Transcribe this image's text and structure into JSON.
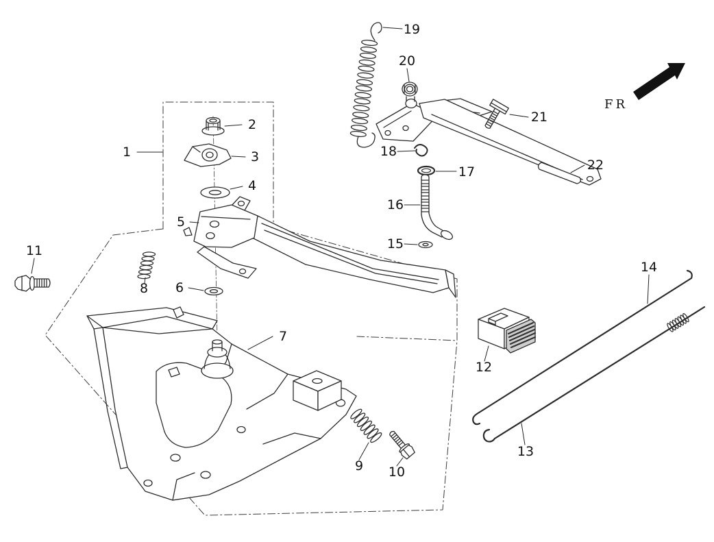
{
  "diagram": {
    "type": "exploded-parts-diagram",
    "direction_indicator": {
      "label": "FR",
      "arrow": "northeast-arrow"
    },
    "colors": {
      "line": "#2b2b2b",
      "background": "#ffffff"
    },
    "parts": {
      "p1": "1",
      "p2": "2",
      "p3": "3",
      "p4": "4",
      "p5": "5",
      "p6": "6",
      "p7": "7",
      "p8": "8",
      "p9": "9",
      "p10": "10",
      "p11": "11",
      "p12": "12",
      "p13": "13",
      "p14": "14",
      "p15": "15",
      "p16": "16",
      "p17": "17",
      "p18": "18",
      "p19": "19",
      "p20": "20",
      "p21": "21",
      "p22": "22"
    }
  }
}
